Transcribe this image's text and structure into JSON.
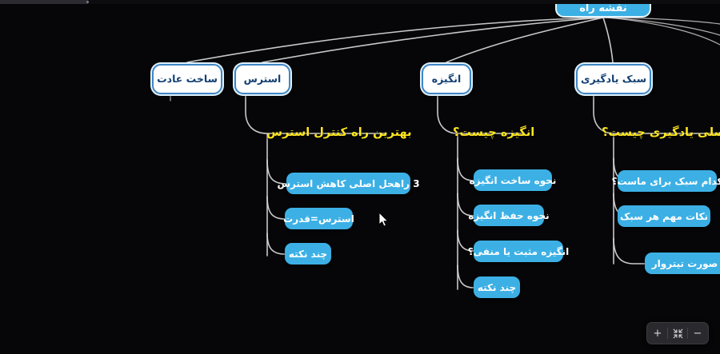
{
  "app": {
    "background_color": "#060608",
    "node_blue": "#3cb0e5",
    "label_yellow": "#ffe71f",
    "node_white_text": "#123f72",
    "connector_color": "#d9d9d9"
  },
  "root": {
    "label": "نقشه راه",
    "clipped": true
  },
  "branches": [
    {
      "id": "habit",
      "title": "ساخت عادت",
      "heading": "",
      "children": []
    },
    {
      "id": "stress",
      "title": "استرس",
      "heading": "بهترین راه کنترل استرس",
      "children": [
        "3 راهحل اصلی کاهش استرس",
        "استرس=قدرت",
        "چند نکته"
      ]
    },
    {
      "id": "motivation",
      "title": "انگیزه",
      "heading": "انگیزه چیست؟",
      "children": [
        "نحوه ساخت انگیزه",
        "نحوه حفظ انگیزه",
        "انگیزه مثبت یا منفی؟",
        "چند نکته"
      ]
    },
    {
      "id": "learning-style",
      "title": "سبک یادگیری",
      "heading": "سبک اصلی یادگیری چیست؟",
      "children": [
        "کدام سبک برای ماست؟",
        "نکات مهم هر سبک",
        "به صورت تیتروار"
      ]
    }
  ],
  "zoom_controls": {
    "zoom_out_label": "−",
    "fit_label": "fit-screen-icon",
    "zoom_in_label": "+"
  },
  "topbar": {
    "progress_visible": true
  }
}
